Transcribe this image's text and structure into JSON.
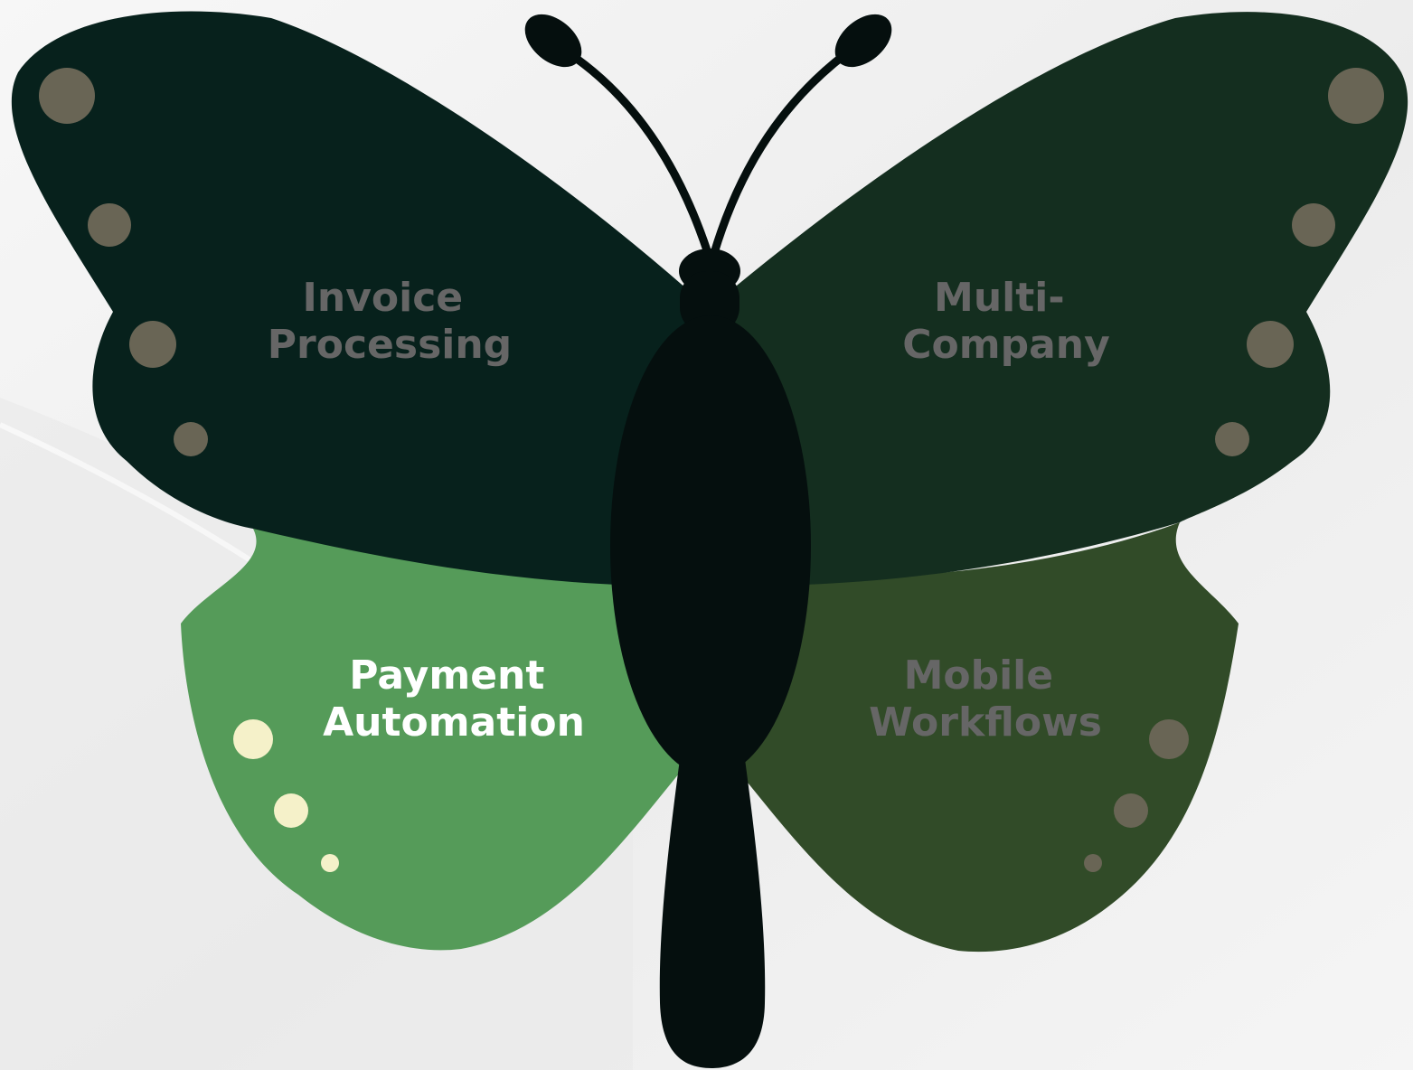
{
  "colors": {
    "background": "#f3f3f3",
    "upper_left_wing": "#07211c",
    "upper_right_wing": "#142e1f",
    "lower_left_wing": "#559b59",
    "lower_right_wing": "#314b28",
    "body": "#050f0e",
    "dark_spots": "#696555",
    "light_spots": "#f5f1c9",
    "muted_label": "#666666",
    "active_label": "#ffffff"
  },
  "wings": {
    "upper_left": {
      "line1": "Invoice",
      "line2": "Processing",
      "icon": "wing-spots"
    },
    "upper_right": {
      "line1": "Multi-",
      "line2": "Company",
      "icon": "wing-spots"
    },
    "lower_left": {
      "line1": "Payment",
      "line2": "Automation",
      "icon": "wing-spots",
      "highlighted": true
    },
    "lower_right": {
      "line1": "Mobile",
      "line2": "Workflows",
      "icon": "wing-spots"
    }
  }
}
